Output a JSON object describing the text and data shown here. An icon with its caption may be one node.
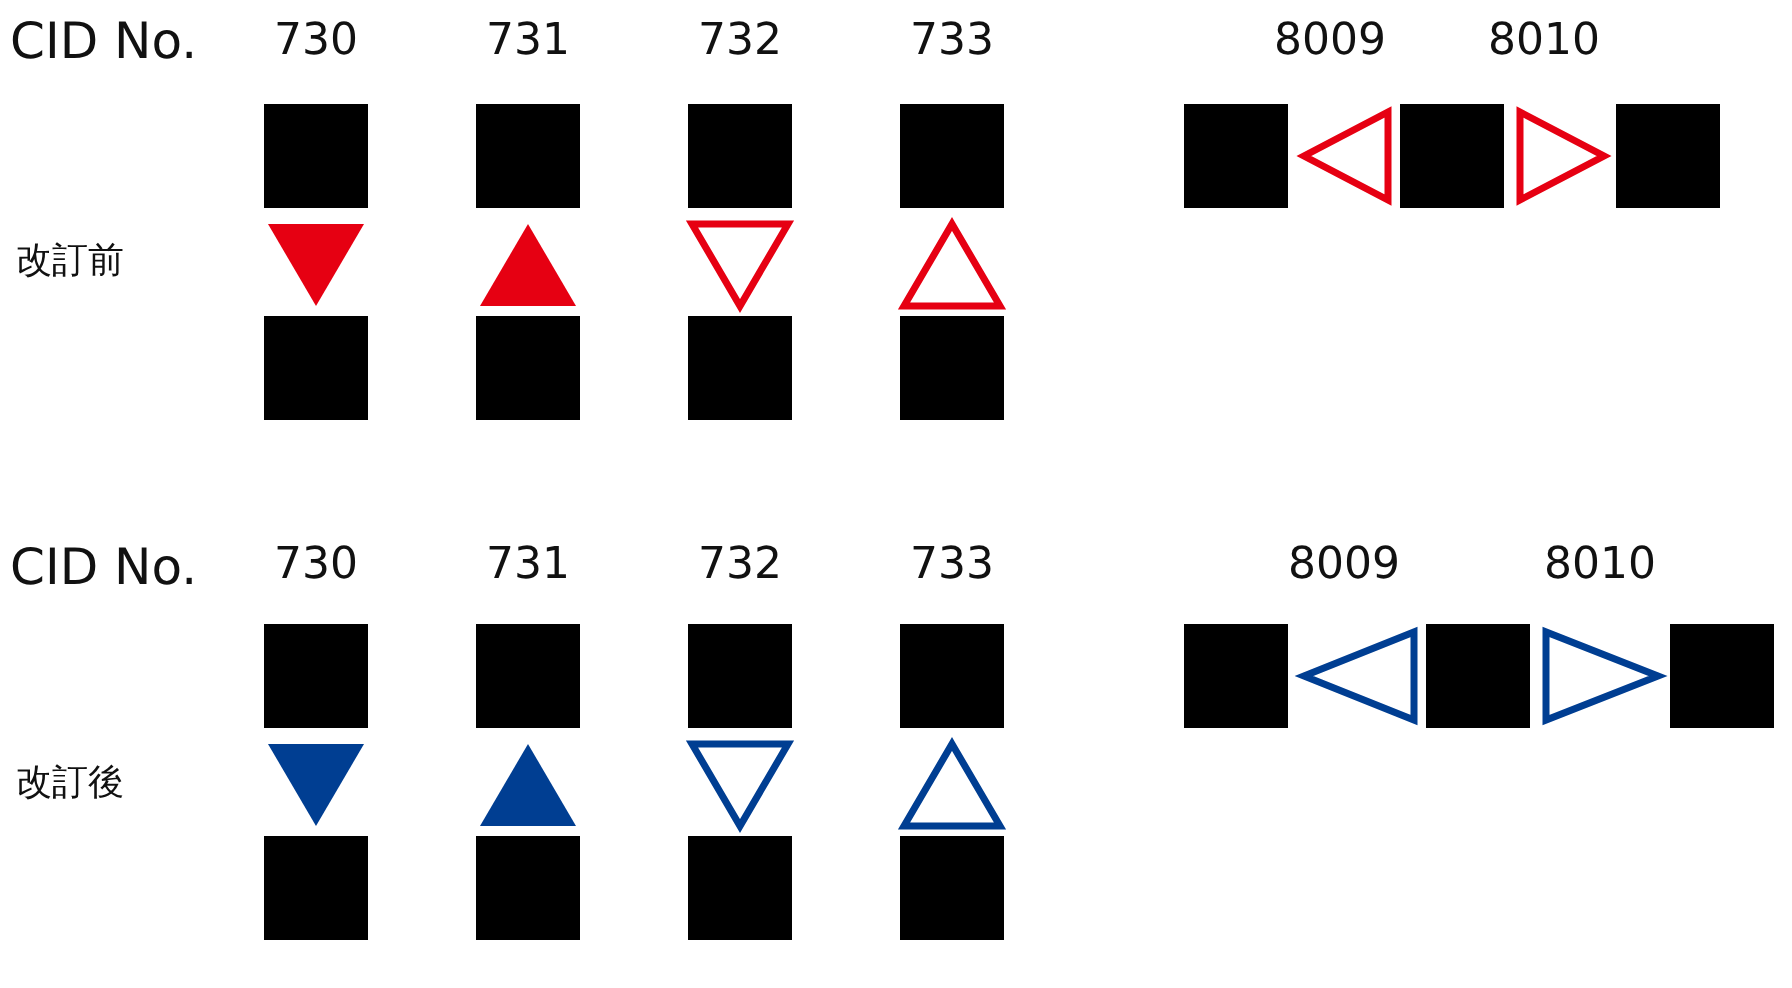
{
  "diagram": {
    "labels": [
      "CID No.",
      "730",
      "731",
      "732",
      "733",
      "8009",
      "8010",
      "改訂前",
      "CID No.",
      "730",
      "731",
      "732",
      "733",
      "8009",
      "8010",
      "改訂後"
    ]
  }
}
